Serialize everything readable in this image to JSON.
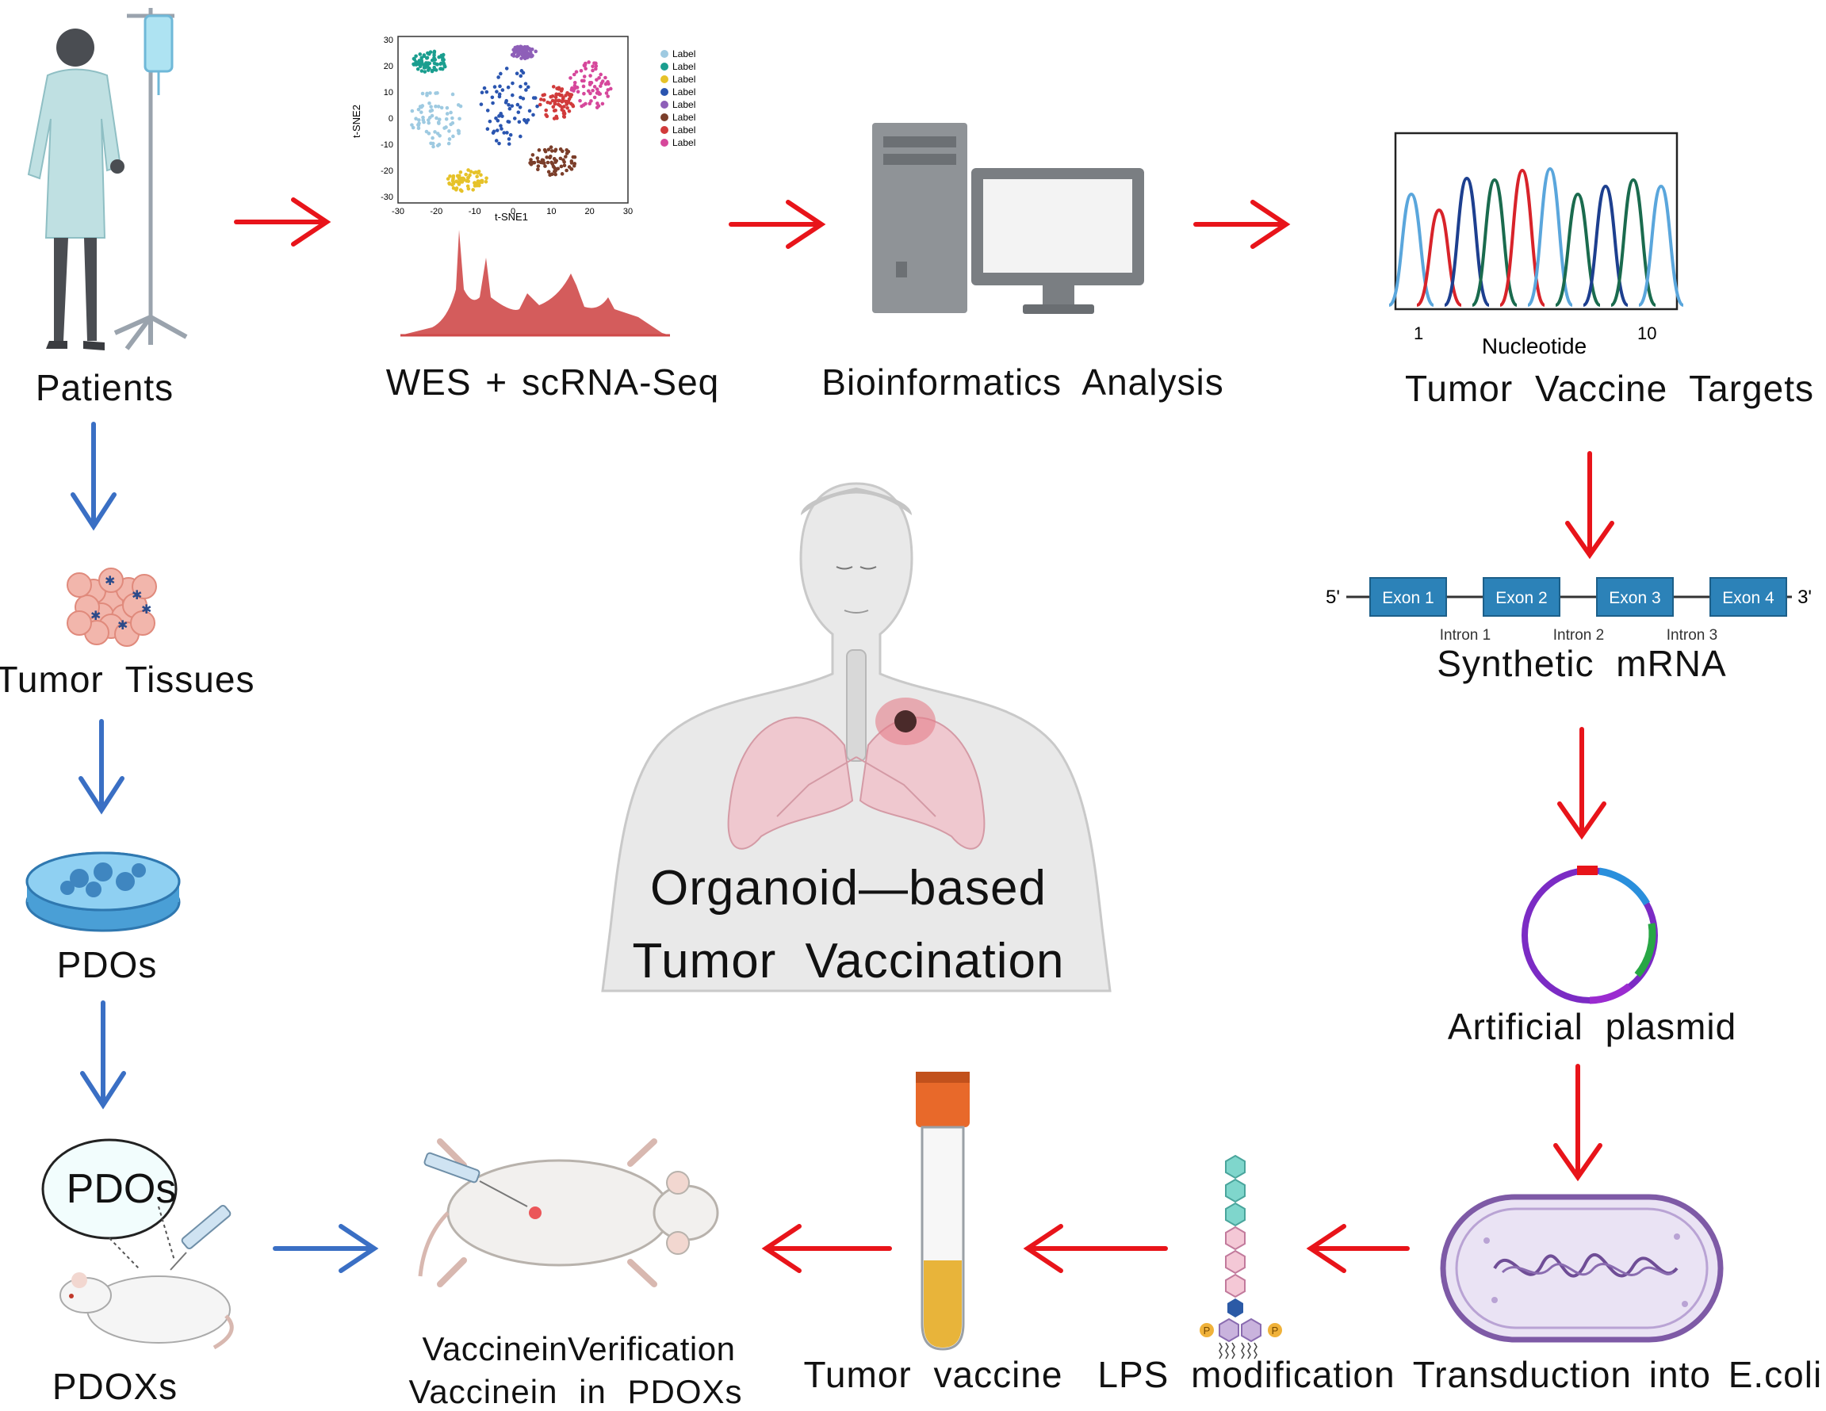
{
  "labels": {
    "patients": "Patients",
    "wes": "WES + scRNA-Seq",
    "bioinformatics": "Bioinformatics Analysis",
    "targets": "Tumor Vaccine Targets",
    "synthetic_mrna": "Synthetic mRNA",
    "plasmid": "Artificial plasmid",
    "transduction": "Transduction into E.coli",
    "lps": "LPS modification",
    "tumor_vaccine": "Tumor vaccine",
    "verification_line1": "VaccineinVerification",
    "verification_line2": "Vaccinein in PDOXs",
    "pdoxs": "PDOXs",
    "pdos": "PDOs",
    "pdos_bubble": "PDOs",
    "tumor_tissues": "Tumor Tissues",
    "center_line1": "Organoid—based",
    "center_line2": "Tumor Vaccination"
  },
  "tsne": {
    "xlabel": "t-SNE1",
    "ylabel": "t-SNE2",
    "xticks": [
      "-30",
      "-20",
      "-10",
      "0",
      "10",
      "20",
      "30"
    ],
    "yticks": [
      "30",
      "20",
      "10",
      "0",
      "-10",
      "-20",
      "-30"
    ],
    "legend": [
      "Label",
      "Label",
      "Label",
      "Label",
      "Label",
      "Label",
      "Label",
      "Label"
    ],
    "legend_colors": [
      "#9ecae1",
      "#1a9e8f",
      "#e6c229",
      "#2a55b0",
      "#8e5fb8",
      "#7b3e2a",
      "#d13b3b",
      "#d6479b"
    ]
  },
  "chromatogram": {
    "xlabel": "Nucleotide",
    "tick_start": "1",
    "tick_end": "10"
  },
  "mrna": {
    "five_prime": "5'",
    "three_prime": "3'",
    "exons": [
      "Exon 1",
      "Exon 2",
      "Exon 3",
      "Exon 4"
    ],
    "introns": [
      "Intron 1",
      "Intron 2",
      "Intron 3"
    ]
  },
  "lps_badges": [
    "P",
    "P"
  ],
  "colors": {
    "red_arrow": "#e8141a",
    "blue_arrow": "#3a6fc4",
    "exon": "#2c82b8"
  }
}
